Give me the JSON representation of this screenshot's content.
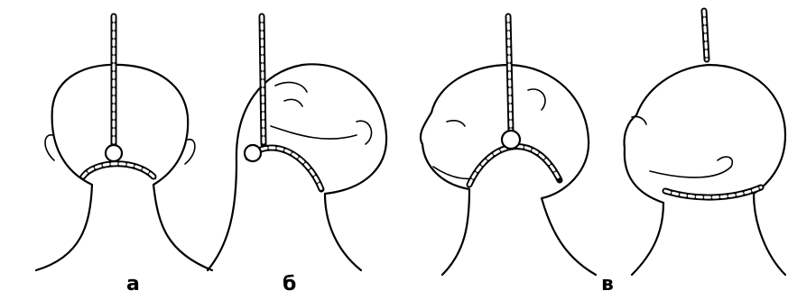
{
  "panels": [
    {
      "label": "а"
    },
    {
      "label": "б"
    },
    {
      "label": "в"
    }
  ],
  "colors": {
    "ink": "#000000",
    "paper": "#ffffff"
  }
}
